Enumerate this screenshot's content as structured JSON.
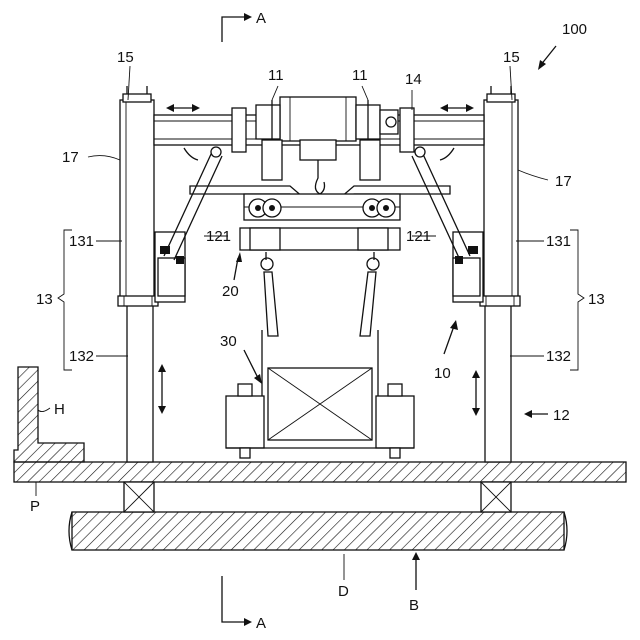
{
  "labels": {
    "section_top": "A",
    "section_bottom": "A",
    "ref_100": "100",
    "ref_15_left": "15",
    "ref_15_right": "15",
    "ref_11_left": "11",
    "ref_11_right": "11",
    "ref_14": "14",
    "ref_17_left": "17",
    "ref_17_right": "17",
    "ref_121_left": "121",
    "ref_121_right": "121",
    "ref_131_left": "131",
    "ref_131_right": "131",
    "ref_13_left": "13",
    "ref_13_right": "13",
    "ref_20": "20",
    "ref_30": "30",
    "ref_10": "10",
    "ref_132_left": "132",
    "ref_132_right": "132",
    "ref_12": "12",
    "ref_H": "H",
    "ref_P": "P",
    "ref_D": "D",
    "ref_B": "B"
  }
}
